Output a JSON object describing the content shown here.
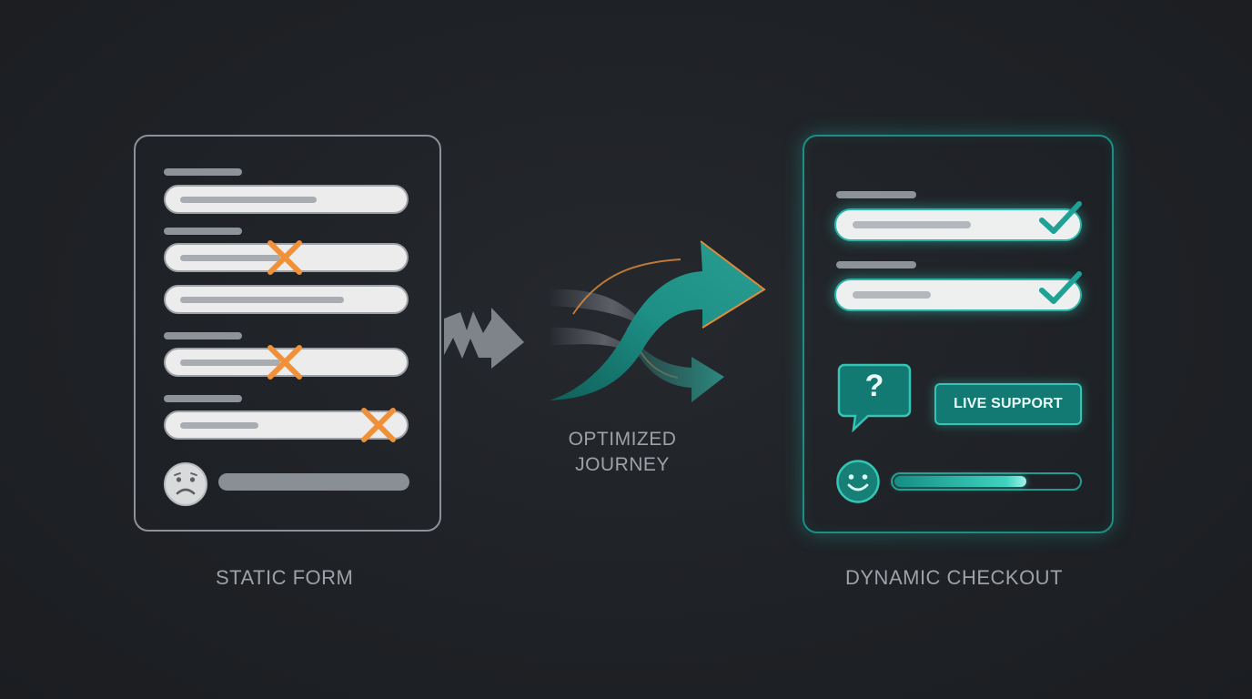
{
  "captions": {
    "left": "STATIC FORM",
    "middle_line1": "OPTIMIZED",
    "middle_line2": "JOURNEY",
    "right": "DYNAMIC CHECKOUT"
  },
  "dynamic_checkout": {
    "support_button_label": "LIVE SUPPORT",
    "help_icon_glyph": "?",
    "progress": 0.72
  },
  "icons": {
    "error": "x-icon",
    "valid": "check-icon",
    "sad": "sad-face-icon",
    "happy": "smile-face-icon",
    "help": "question-bubble-icon",
    "flow": "arrows-icon"
  },
  "colors": {
    "background": "#1f2226",
    "neutral": "#8d9298",
    "error": "#f0913a",
    "accent": "#2bb5a8"
  }
}
